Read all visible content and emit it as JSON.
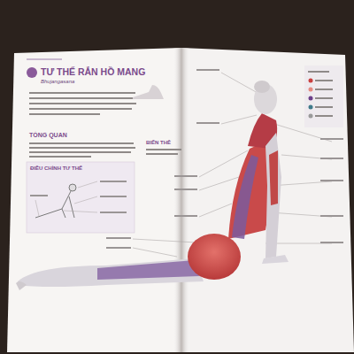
{
  "diagram": {
    "title": "TƯ THẾ RẮN HỒ MANG",
    "labels": [
      "Bhujangasana",
      "TỔNG QUAN",
      "BIẾN THỂ",
      "ĐIỀU CHỈNH TƯ THẾ"
    ]
  }
}
